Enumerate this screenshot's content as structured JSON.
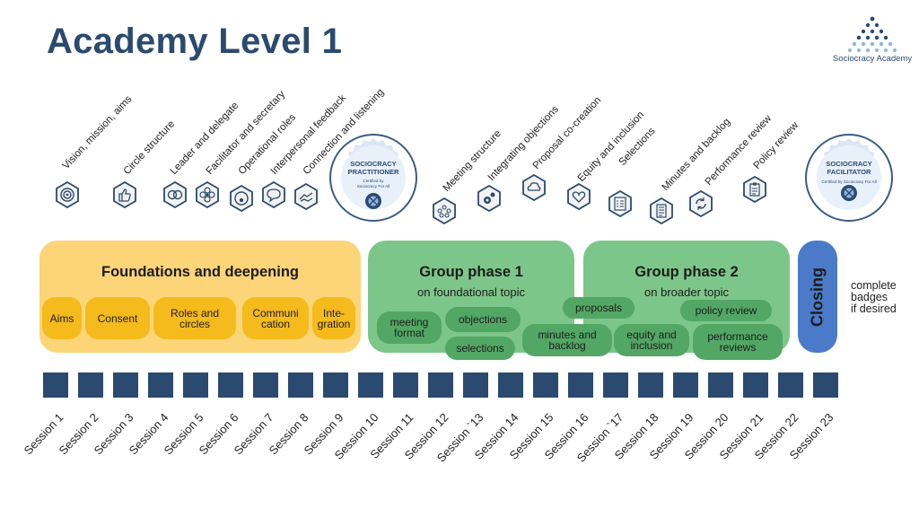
{
  "title": "Academy Level 1",
  "logo": {
    "text": "Sociocracy Academy"
  },
  "topics": [
    "Vision, mission, aims",
    "Circle structure",
    "Leader and delegate",
    "Facilitator and secretary",
    "Operational roles",
    "Interpersonal feedback",
    "Connection and listening",
    "Meeting structure",
    "Integrating objections",
    "Proposal co-creation",
    "Equity and inclusion",
    "Selections",
    "Minutes and backlog",
    "Performance review",
    "Policy review"
  ],
  "badges": [
    {
      "title_line1": "SOCIOCRACY",
      "title_line2": "PRACTITIONER",
      "sub_line1": "Certified by",
      "sub_line2": "Sociocracy For All"
    },
    {
      "title_line1": "SOCIOCRACY",
      "title_line2": "FACILITATOR",
      "sub_line1": "Certified by Sociocracy For All",
      "sub_line2": ""
    }
  ],
  "phases": {
    "foundations": {
      "title": "Foundations and deepening",
      "items": [
        "Aims",
        "Consent",
        "Roles and circles",
        "Communi cation",
        "Inte- gration"
      ]
    },
    "group1": {
      "title": "Group phase 1",
      "subtitle": "on foundational topic",
      "items": [
        "meeting format",
        "objections",
        "selections"
      ]
    },
    "group2": {
      "title": "Group phase 2",
      "subtitle": "on broader topic",
      "items": [
        "proposals",
        "policy review",
        "minutes and backlog",
        "equity and inclusion",
        "performance reviews"
      ]
    },
    "closing": {
      "title": "Closing"
    }
  },
  "note": [
    "complete",
    "badges",
    "if desired"
  ],
  "sessions": [
    "Session 1",
    "Session 2",
    "Session 3",
    "Session 4",
    "Session 5",
    "Session 6",
    "Session 7",
    "Session 8",
    "Session 9",
    "Session 10",
    "Session 11",
    "Session 12",
    "Session `13",
    "Session 14",
    "Session 15",
    "Session 16",
    "Session `17",
    "Session 18",
    "Session 19",
    "Session 20",
    "Session 21",
    "Session 22",
    "Session 23"
  ],
  "colors": {
    "navy": "#2b4a6f",
    "yellow_bg": "#fbd578",
    "yellow_pill": "#f5ba1b",
    "green_bg": "#7dc68a",
    "green_pill": "#52a765",
    "closing": "#4a7ac8"
  },
  "icons": [
    "target-icon",
    "thumbs-up-icon",
    "overlapping-circles-icon",
    "flower-icon",
    "circle-dot-icon",
    "speech-bubble-icon",
    "handshake-icon",
    "group-icon",
    "gear-check-icon",
    "cloud-icon",
    "heart-icon",
    "checklist-icon",
    "document-icon",
    "cycle-icon",
    "clipboard-icon"
  ]
}
